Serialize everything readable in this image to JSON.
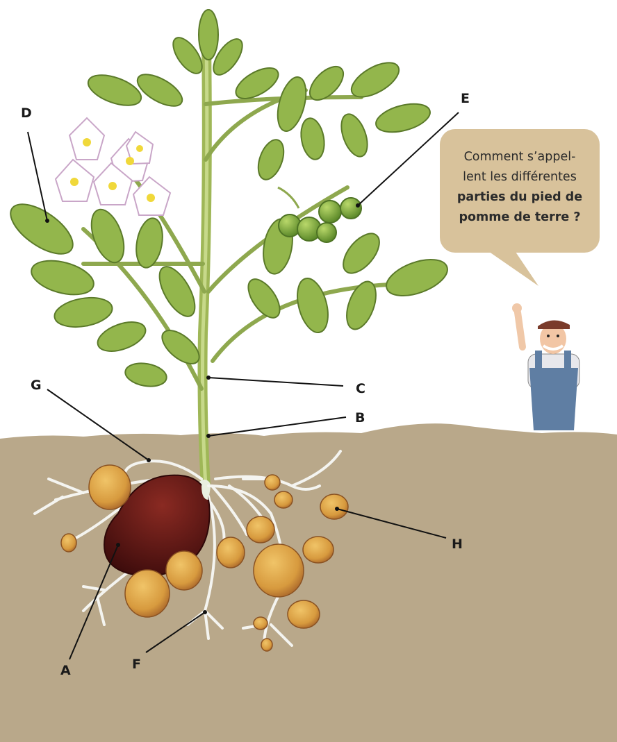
{
  "labels": {
    "a": "A",
    "b": "B",
    "c": "C",
    "d": "D",
    "e": "E",
    "f": "F",
    "g": "G",
    "h": "H"
  },
  "bubble": {
    "line1": "Comment s’appel-",
    "line2": "lent les différentes",
    "line3": "parties du pied de",
    "line4": "pomme de terre ?"
  },
  "colors": {
    "soil": "#b9a88a",
    "bubble": "#d8c29b",
    "leaf": "#8fb04a",
    "stem": "#a9bd5e",
    "tuber": "#d9a44a",
    "mother_tuber": "#5a1414",
    "root": "#f4f4f0",
    "text": "#1a1a1a"
  }
}
